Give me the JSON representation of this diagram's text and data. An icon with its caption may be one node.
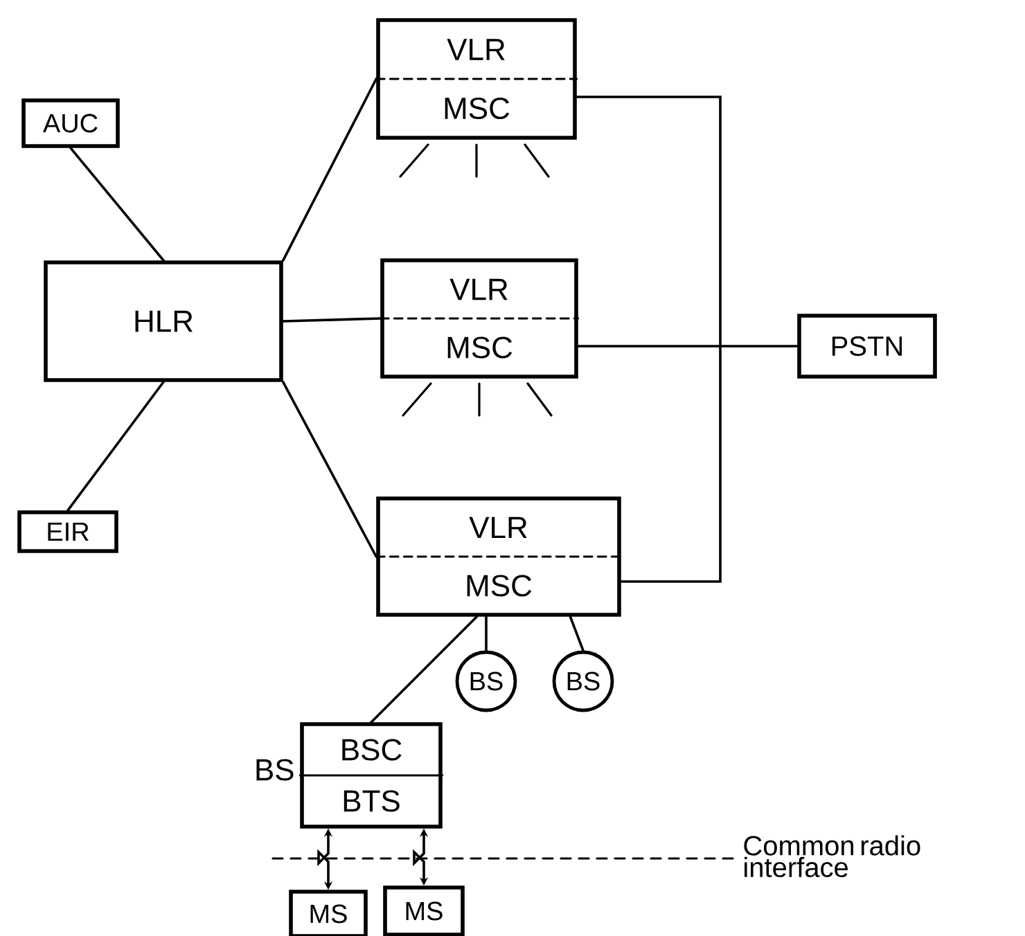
{
  "diagram": {
    "nodes": [
      {
        "text": [
          "AUC"
        ]
      },
      {
        "text": [
          "HLR"
        ]
      },
      {
        "text": [
          "VLR",
          "MSC"
        ]
      },
      {
        "text": [
          "VLR",
          "MSC"
        ]
      },
      {
        "text": [
          "PSTN"
        ]
      },
      {
        "text": [
          "EIR"
        ]
      },
      {
        "text": [
          "VLR",
          "MSC"
        ]
      },
      {
        "text": [
          "BS"
        ]
      },
      {
        "text": [
          "BS"
        ]
      },
      {
        "text": [
          "BSC",
          "BTS"
        ],
        "beside": [
          "BS"
        ]
      },
      {
        "text": [
          "MS"
        ]
      },
      {
        "text": [
          "MS"
        ]
      }
    ],
    "edges": [
      {
        "from": 0,
        "to": 1,
        "arrow": "none"
      },
      {
        "from": 1,
        "to": 5,
        "arrow": "none"
      },
      {
        "from": 1,
        "to": 2,
        "arrow": "none"
      },
      {
        "from": 1,
        "to": 3,
        "arrow": "none"
      },
      {
        "from": 1,
        "to": 6,
        "arrow": "none"
      },
      {
        "from": 2,
        "to": 6,
        "arrow": "none"
      },
      {
        "from": 3,
        "to": 4,
        "arrow": "none"
      },
      {
        "from": 6,
        "to": 9,
        "arrow": "none"
      },
      {
        "from": 6,
        "to": 7,
        "arrow": "none"
      },
      {
        "from": 6,
        "to": 8,
        "arrow": "none"
      },
      {
        "from": 9,
        "to": 10,
        "arrow": "both"
      },
      {
        "from": 9,
        "to": 11,
        "arrow": "both"
      }
    ],
    "labels": [
      "Common radio interface"
    ]
  }
}
